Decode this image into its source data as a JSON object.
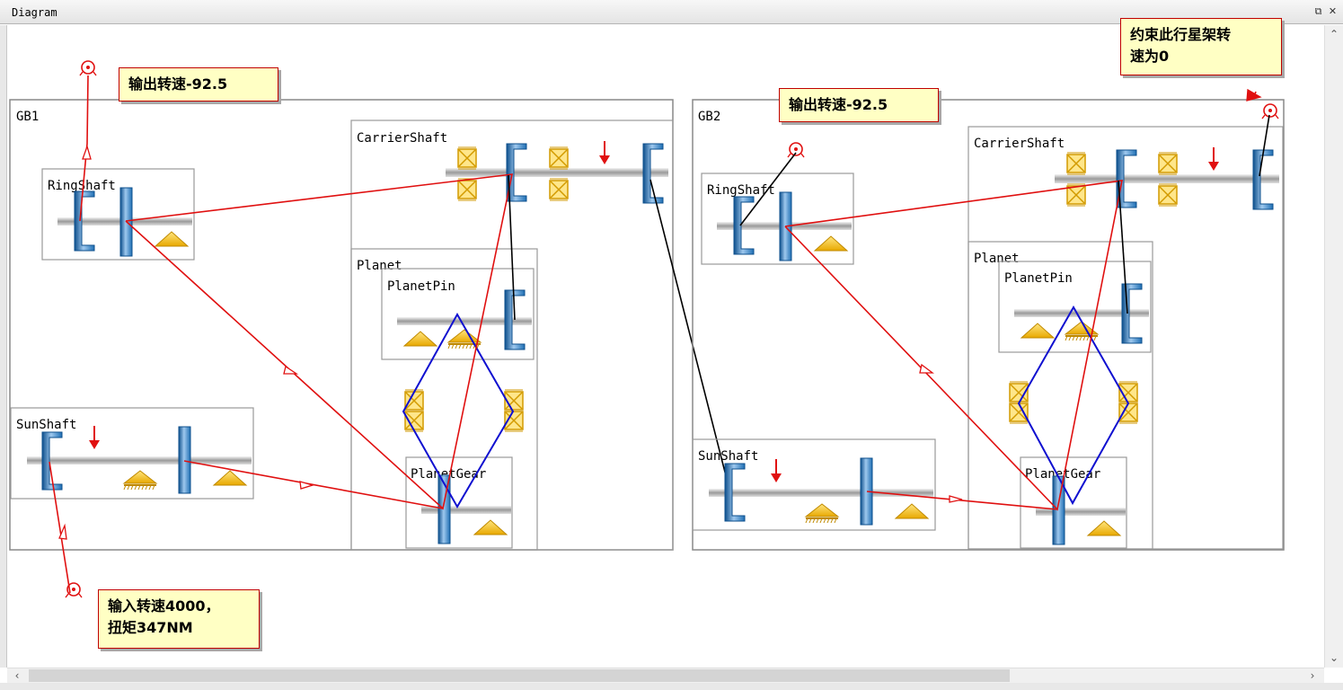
{
  "window": {
    "title": "Diagram"
  },
  "gearboxes": {
    "gb1": {
      "label": "GB1",
      "ring_shaft": "RingShaft",
      "sun_shaft": "SunShaft",
      "carrier_shaft": "CarrierShaft",
      "planet": "Planet",
      "planet_pin": "PlanetPin",
      "planet_gear": "PlanetGear"
    },
    "gb2": {
      "label": "GB2",
      "ring_shaft": "RingShaft",
      "sun_shaft": "SunShaft",
      "carrier_shaft": "CarrierShaft",
      "planet": "Planet",
      "planet_pin": "PlanetPin",
      "planet_gear": "PlanetGear"
    }
  },
  "notes": {
    "gb1_output": "输出转速-92.5",
    "gb2_output": "输出转速-92.5",
    "input": "输入转速4000，\n扭矩347NM",
    "carrier_constraint": "约束此行星架转\n速为0"
  },
  "colors": {
    "power_flow": "#e01010",
    "mesh": "#1010d0",
    "link": "#000000",
    "gear_blue": "#1f6fb4",
    "bearing_yellow": "#f0b400",
    "note_bg": "#ffffc4"
  }
}
